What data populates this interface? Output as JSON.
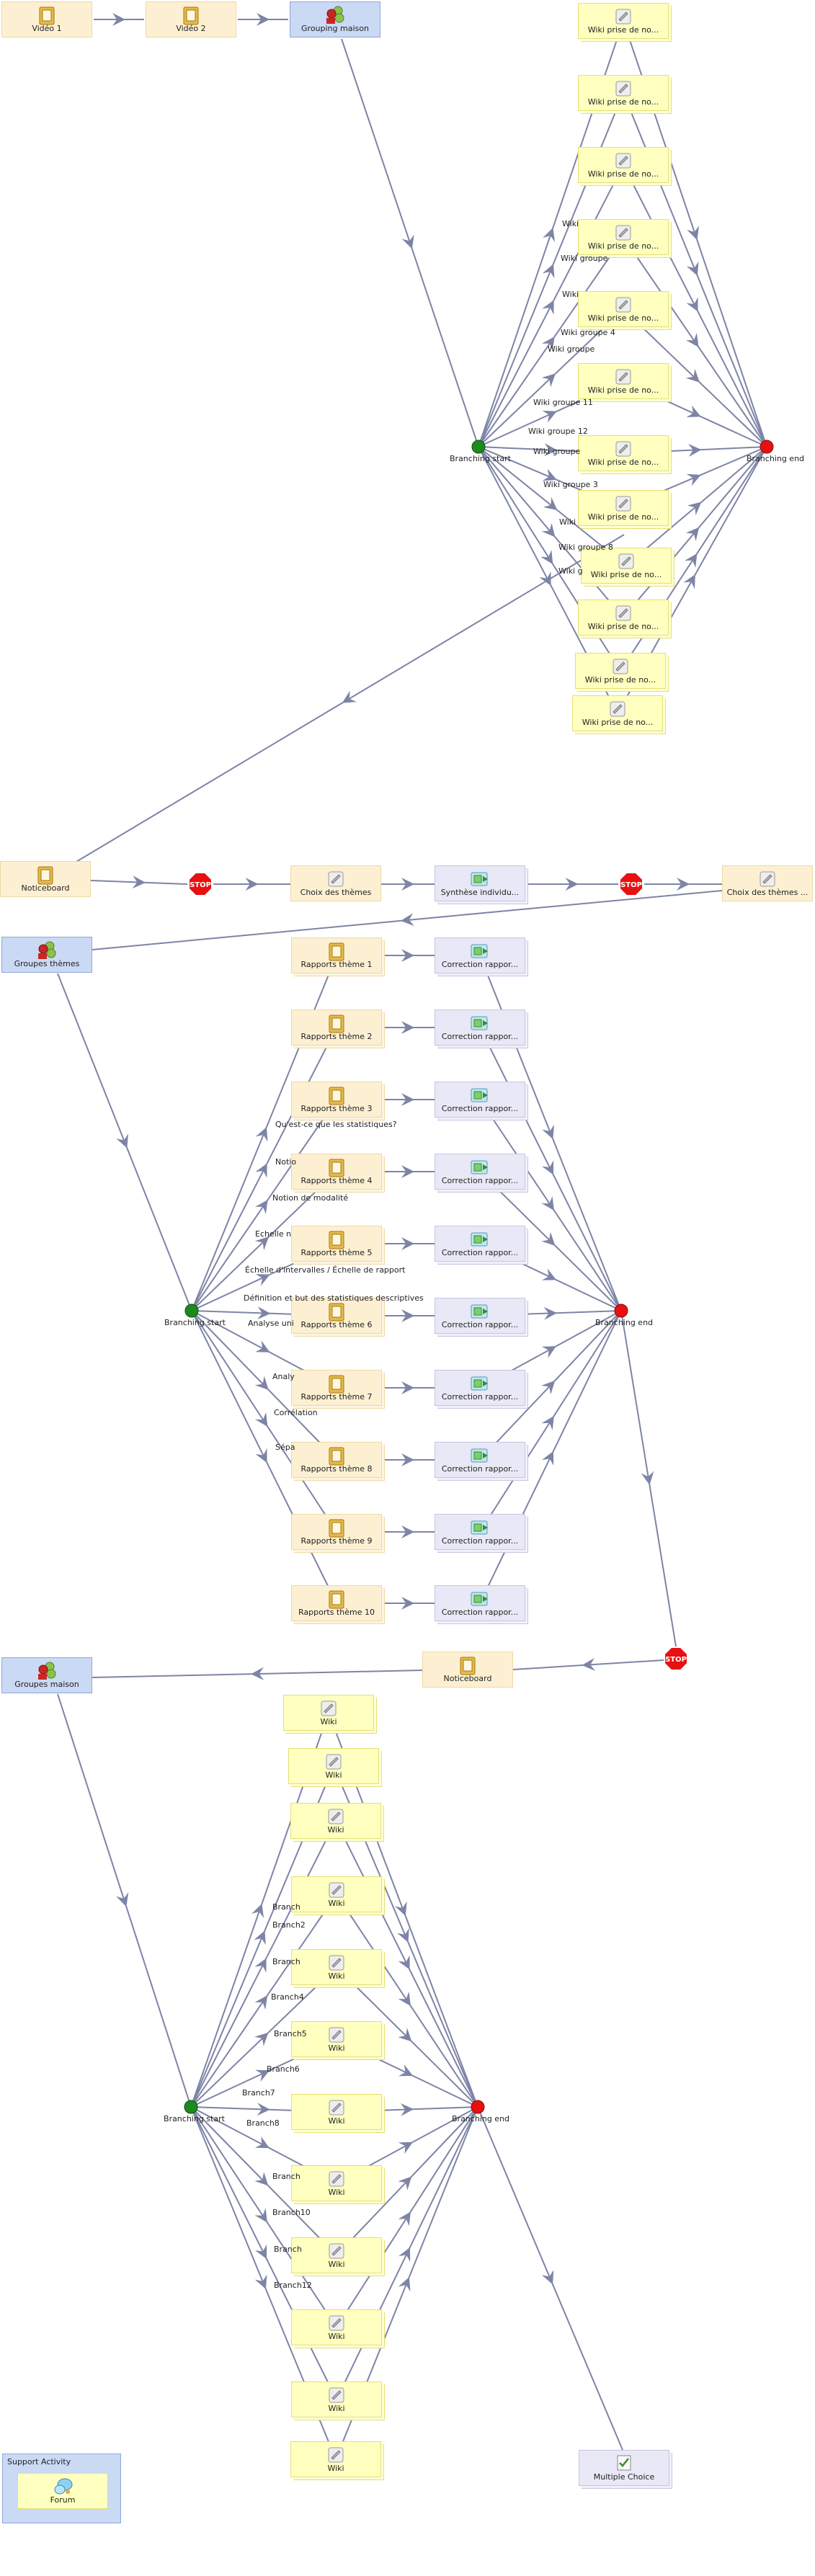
{
  "nodes": {
    "video1": "Vidéo 1",
    "video2": "Vidéo 2",
    "grouping1": "Grouping maison",
    "wiki_prise_de_no": "Wiki prise de no...",
    "branching_start": "Branching start",
    "branching_end": "Branching end",
    "branching_start_truncated": "Branching st...",
    "noticeboard": "Noticeboard",
    "choix1": "Choix des thèmes",
    "synthese": "Synthèse individu...",
    "choix2": "Choix des thèmes ...",
    "groupes_themes": "Groupes thèmes",
    "rapports": [
      "Rapports thème 1",
      "Rapports thème 2",
      "Rapports thème 3",
      "Rapports thème 4",
      "Rapports thème 5",
      "Rapports thème 6",
      "Rapports thème 7",
      "Rapports thème 8",
      "Rapports thème 9",
      "Rapports thème 10"
    ],
    "correction": "Correction rappor...",
    "noticeboard2": "Noticeboard",
    "groupes_maison": "Groupes maison",
    "wiki": "Wiki",
    "multiple_choice": "Multiple Choice",
    "support_activity": "Support Activity",
    "forum": "Forum"
  },
  "labels1": [
    "Wiki",
    "Wiki groupe",
    "Wiki",
    "Wiki groupe 4",
    "Wiki groupe",
    "Wiki groupe 11",
    "Wiki groupe 12",
    "Wiki groupe",
    "Wiki groupe 3",
    "Wiki",
    "Wiki groupe 8",
    "Wiki g"
  ],
  "labels2": [
    "Qu'est-ce que les statistiques?",
    "Notio",
    "Notion de modalité",
    "Echelle n",
    "Échelle d'intervalles / Échelle de rapport",
    "Définition et but des statistiques descriptives",
    "Analyse uni",
    "Analy",
    "Corrélation",
    "Sépa"
  ],
  "labels3": [
    "Branch",
    "Branch2",
    "Branch",
    "Branch4",
    "Branch5",
    "Branch6",
    "Branch7",
    "Branch8",
    "Branch",
    "Branch10",
    "Branch",
    "Branch12"
  ],
  "gates": {
    "stop": "STOP"
  }
}
